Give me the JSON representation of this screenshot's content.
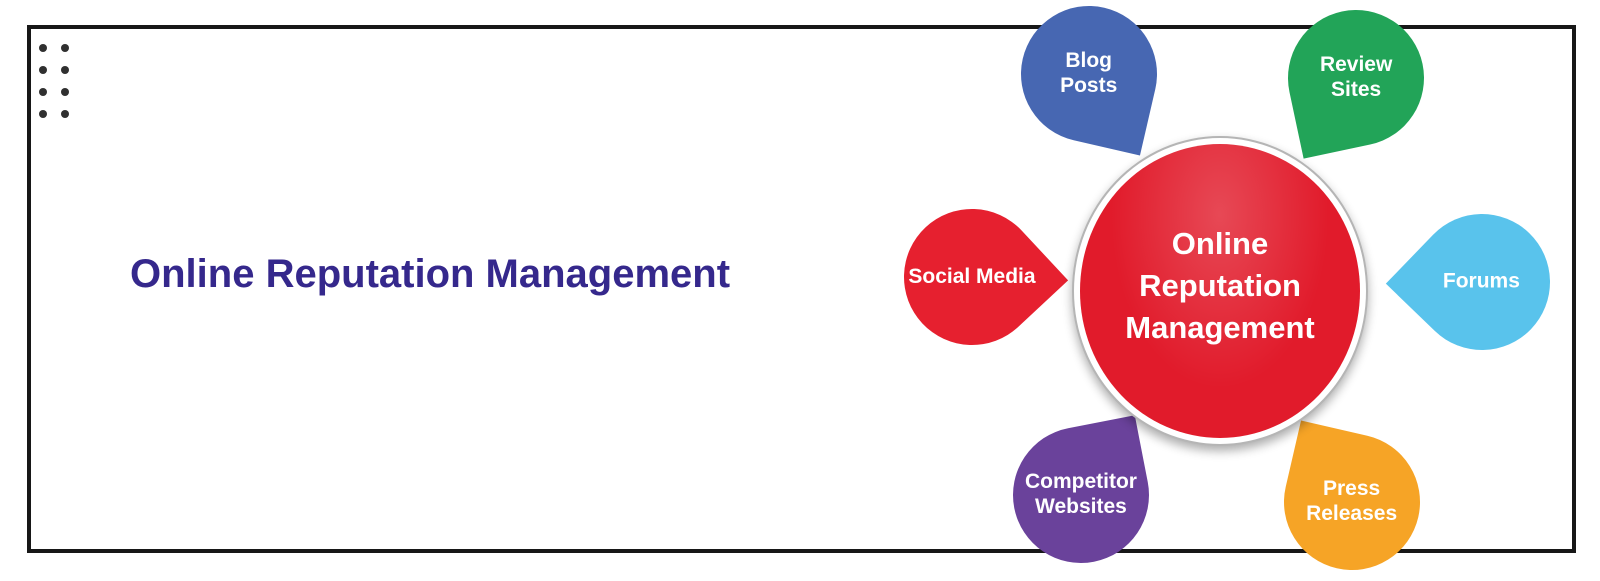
{
  "banner": {
    "title": "Online Reputation Management",
    "title_color": "#35288c"
  },
  "decor": {
    "frame_color": "#171717",
    "dot_color": "#303030",
    "dot_rows": 4,
    "dot_cols": 2
  },
  "diagram": {
    "center": {
      "label": "Online Reputation Management",
      "label_lines": [
        "Online",
        "Reputation",
        "Management"
      ],
      "fill_color": "#e11b2b",
      "ring_color": "#ffffff",
      "ring_edge_color": "#b5b5b5",
      "text_color": "#ffffff"
    },
    "node_text_color": "#ffffff",
    "nodes": [
      {
        "id": "blog-posts",
        "label": "Blog Posts",
        "lines": [
          "Blog",
          "Posts"
        ],
        "color": "#4767b2",
        "position": "top-left"
      },
      {
        "id": "review-sites",
        "label": "Review Sites",
        "lines": [
          "Review",
          "Sites"
        ],
        "color": "#22a458",
        "position": "top-right"
      },
      {
        "id": "social-media",
        "label": "Social Media",
        "lines": [
          "Social Media"
        ],
        "color": "#e6202f",
        "position": "left"
      },
      {
        "id": "forums",
        "label": "Forums",
        "lines": [
          "Forums"
        ],
        "color": "#59c3ec",
        "position": "right"
      },
      {
        "id": "competitor-websites",
        "label": "Competitor Websites",
        "lines": [
          "Competitor",
          "Websites"
        ],
        "color": "#6a429b",
        "position": "bottom-left"
      },
      {
        "id": "press-releases",
        "label": "Press Releases",
        "lines": [
          "Press",
          "Releases"
        ],
        "color": "#f6a426",
        "position": "bottom-right"
      }
    ]
  }
}
